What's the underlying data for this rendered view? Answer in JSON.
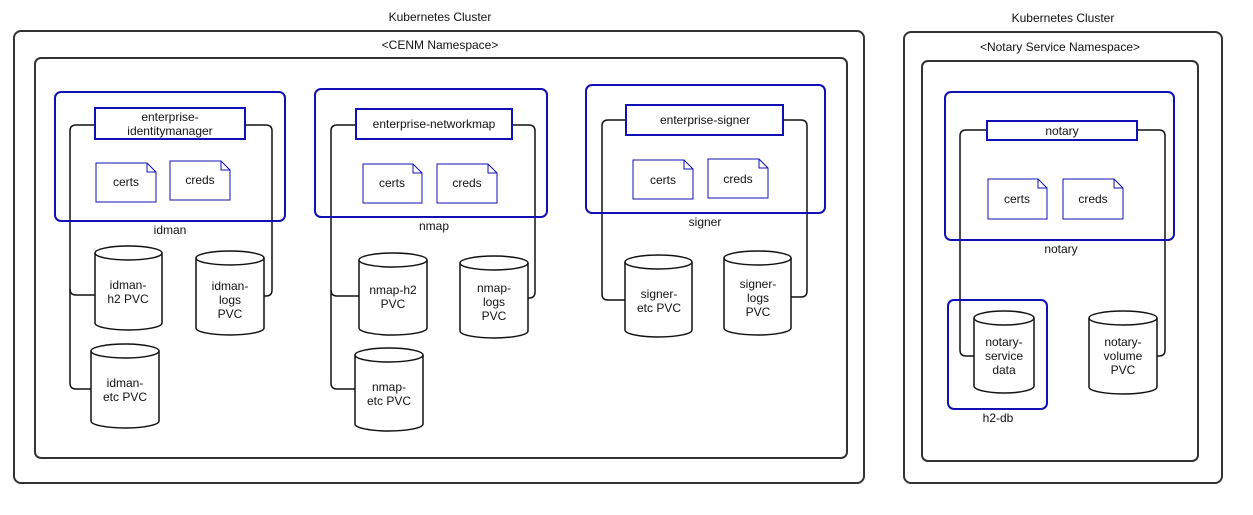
{
  "clusters": [
    {
      "title": "Kubernetes Cluster",
      "namespace": "<CENM Namespace>",
      "services": [
        {
          "name": "enterprise-identitymanager",
          "name_lines": [
            "enterprise-",
            "identitymanager"
          ],
          "pod_label": "idman",
          "secrets": [
            "certs",
            "creds"
          ],
          "volumes": [
            [
              "idman-",
              "h2 PVC"
            ],
            [
              "idman-",
              "logs",
              "PVC"
            ],
            [
              "idman-",
              "etc PVC"
            ]
          ]
        },
        {
          "name": "enterprise-networkmap",
          "name_lines": [
            "enterprise-networkmap"
          ],
          "pod_label": "nmap",
          "secrets": [
            "certs",
            "creds"
          ],
          "volumes": [
            [
              "nmap-h2",
              "PVC"
            ],
            [
              "nmap-",
              "logs",
              "PVC"
            ],
            [
              "nmap-",
              "etc PVC"
            ]
          ]
        },
        {
          "name": "enterprise-signer",
          "name_lines": [
            "enterprise-signer"
          ],
          "pod_label": "signer",
          "secrets": [
            "certs",
            "creds"
          ],
          "volumes": [
            [
              "signer-",
              "etc PVC"
            ],
            [
              "signer-",
              "logs",
              "PVC"
            ]
          ]
        }
      ]
    },
    {
      "title": "Kubernetes Cluster",
      "namespace": "<Notary Service Namespace>",
      "services": [
        {
          "name": "notary",
          "name_lines": [
            "notary"
          ],
          "pod_label": "notary",
          "secrets": [
            "certs",
            "creds"
          ],
          "db_label": "h2-db",
          "volumes": [
            [
              "notary-",
              "service",
              "data"
            ],
            [
              "notary-",
              "volume",
              "PVC"
            ]
          ]
        }
      ]
    }
  ],
  "colors": {
    "container": "#333333",
    "pod": "#1010b4",
    "line": "#111111",
    "fill": "#ffffff"
  }
}
